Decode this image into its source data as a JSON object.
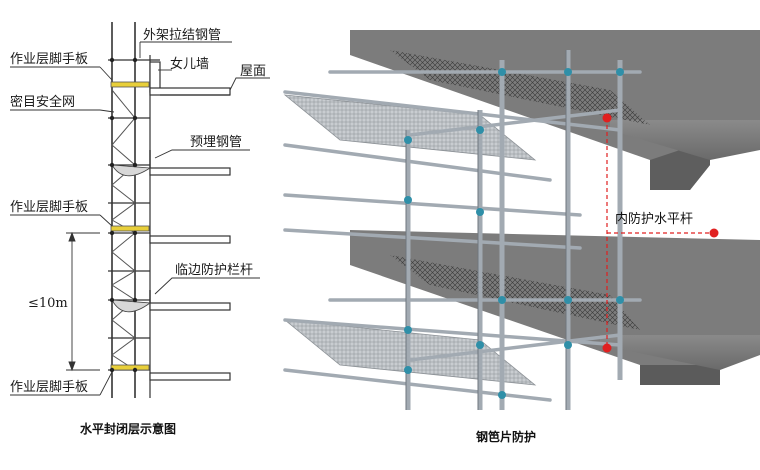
{
  "left_diagram": {
    "caption": "水平封闭层示意图",
    "labels": {
      "outer_tie_pipe": "外架拉结钢管",
      "work_board_top": "作业层脚手板",
      "parapet": "女儿墙",
      "roof": "屋面",
      "safety_net": "密目安全网",
      "embedded_pipe": "预埋钢管",
      "work_board_mid": "作业层脚手板",
      "edge_railing": "临边防护栏杆",
      "spacing": "≤10m",
      "work_board_bottom": "作业层脚手板"
    }
  },
  "right_diagram": {
    "caption": "钢笆片防护",
    "callout": "内防护水平杆",
    "colors": {
      "callout": "#e02020",
      "concrete": "#7a7a7a",
      "pipe": "#9aa3ad",
      "clamp": "#2f8fa8",
      "mesh": "#444444"
    }
  }
}
